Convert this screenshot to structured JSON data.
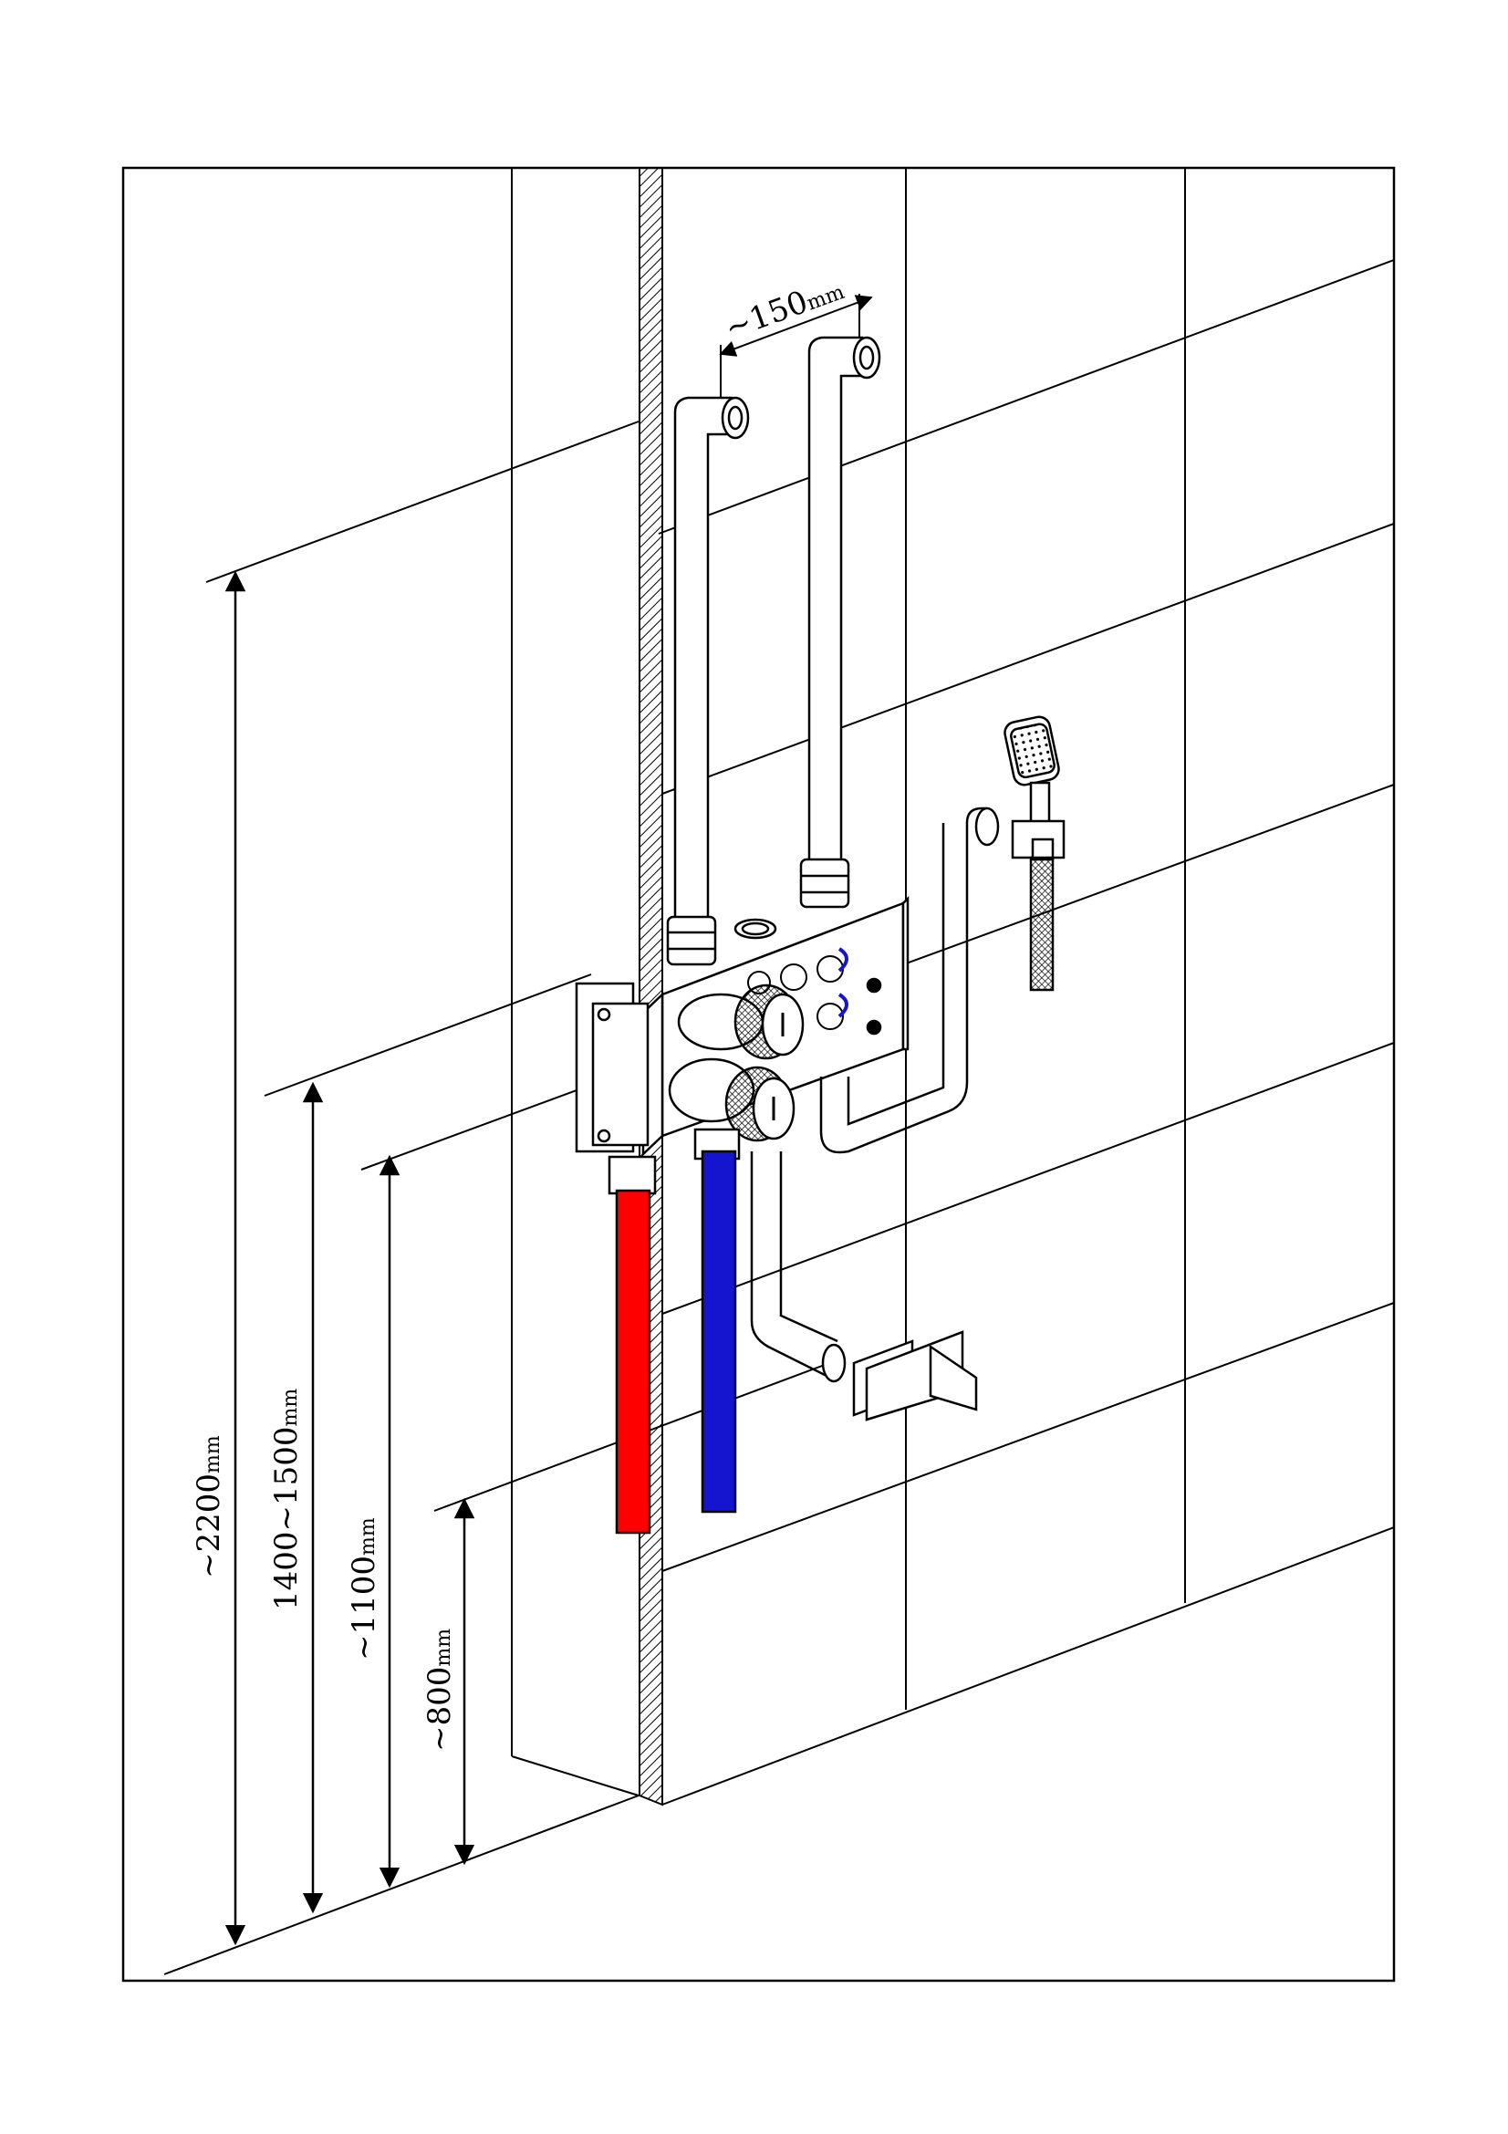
{
  "dimensions": {
    "top_spacing": {
      "value": "~150",
      "unit": "mm"
    },
    "h_2200": {
      "value": "~2200",
      "unit": "mm"
    },
    "h_1400_1500": {
      "value": "1400~1500",
      "unit": "mm"
    },
    "h_1100": {
      "value": "~1100",
      "unit": "mm"
    },
    "h_800": {
      "value": "~800",
      "unit": "mm"
    }
  },
  "colors": {
    "hot_pipe": "#ff0000",
    "cold_pipe": "#1515d0",
    "line": "#000000",
    "hatch": "#000000"
  }
}
